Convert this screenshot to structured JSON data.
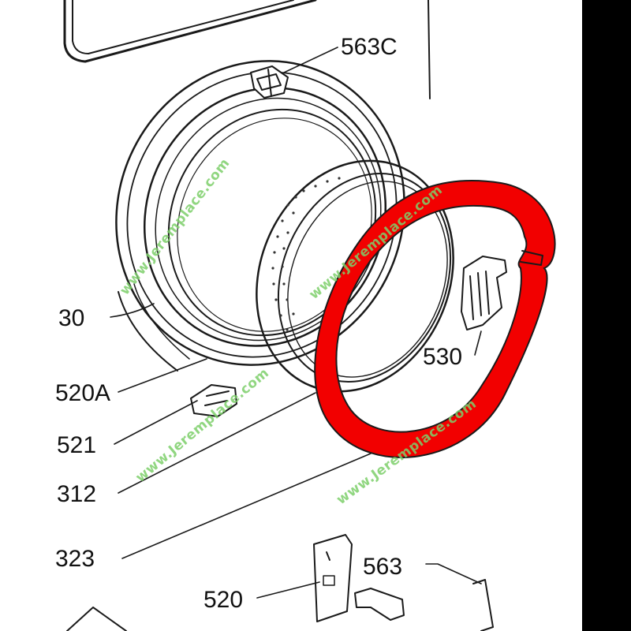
{
  "labels": {
    "l563c": "563C",
    "l30": "30",
    "l530": "530",
    "l520a": "520A",
    "l521": "521",
    "l312": "312",
    "l323": "323",
    "l563": "563",
    "l520": "520"
  },
  "watermark": {
    "text_lower_left": "www.Jeremplace.com",
    "text_top_right": "www.Jeremplace.com",
    "text_mid": "www.Jeremplace.com",
    "text_bottom": "www.Jeremplace.com",
    "color": "#7ccf6a"
  },
  "colors": {
    "highlight": "#f20000",
    "ink": "#1a1a1a",
    "sidebar": "#000000"
  }
}
